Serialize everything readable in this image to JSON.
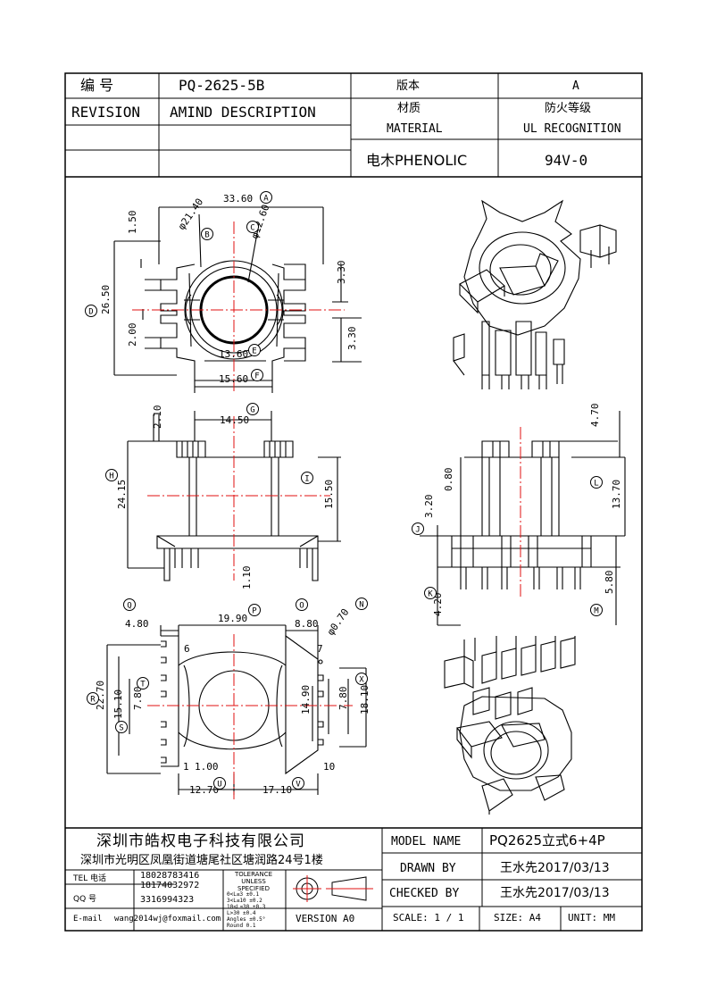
{
  "header": {
    "number_label": "编  号",
    "part_number": "PQ-2625-5B",
    "version_label": "版本",
    "version_value": "A",
    "revision_label": "REVISION",
    "amend_label": "AMIND DESCRIPTION",
    "material_label_cn": "材质",
    "material_label_en": "MATERIAL",
    "flame_label_cn": "防火等级",
    "flame_label_en": "UL RECOGNITION",
    "material_value": "电木PHENOLIC",
    "flame_value": "94V-0"
  },
  "drawing": {
    "top_view": {
      "dims": [
        "33.60",
        "φ21.40",
        "φ12.60",
        "1.50",
        "26.50",
        "2.00",
        "3.30",
        "3.30",
        "13.60",
        "15.60"
      ],
      "balloons": [
        "A",
        "B",
        "C",
        "D",
        "E",
        "F"
      ]
    },
    "front_view": {
      "dims": [
        "2.10",
        "14.50",
        "24.15",
        "15.50",
        "1.10"
      ],
      "balloons": [
        "G",
        "H",
        "I"
      ]
    },
    "side_view": {
      "dims": [
        "4.70",
        "0.80",
        "13.70",
        "3.20",
        "4.20",
        "5.80"
      ],
      "balloons": [
        "L",
        "J",
        "K",
        "M"
      ]
    },
    "bottom_view": {
      "dims": [
        "4.80",
        "19.90",
        "8.80",
        "φ0.70",
        "22.70",
        "15.10",
        "7.80",
        "14.90",
        "7.80",
        "18.10",
        "12.70",
        "17.10",
        "1.00"
      ],
      "balloons": [
        "Q",
        "P",
        "O",
        "N",
        "R",
        "S",
        "T",
        "X",
        "U",
        "V"
      ],
      "pins": [
        "6",
        "7",
        "1",
        "10"
      ]
    }
  },
  "title_block": {
    "company": "深圳市皓权电子科技有限公司",
    "address": "深圳市光明区凤凰街道塘尾社区塘润路24号1楼",
    "tel_label": "TEL 电话",
    "tel_1": "18028783416",
    "tel_2": "18174032972",
    "qq_label": "QQ  号",
    "qq_value": "3316994323",
    "email_label": "E-mail",
    "email_value": "wang2014wj@foxmail.com",
    "tolerance_title": "TOLERANCE UNLESS SPECIFIED",
    "tolerance_lines": [
      "0<L≤3    ±0.1",
      "3<L≤10   ±0.2",
      "10<L≤30  ±0.3",
      "L>30     ±0.4",
      "Angles  ±0.5°",
      "Round 0.1"
    ],
    "version_text": "VERSION A0",
    "model_label": "MODEL NAME",
    "model_value": "PQ2625立式6+4P",
    "drawn_label": "DRAWN BY",
    "drawn_value": "王水先2017/03/13",
    "checked_label": "CHECKED BY",
    "checked_value": "王水先2017/03/13",
    "scale_text": "SCALE: 1 / 1",
    "size_text": "SIZE: A4",
    "unit_text": "UNIT: MM"
  }
}
